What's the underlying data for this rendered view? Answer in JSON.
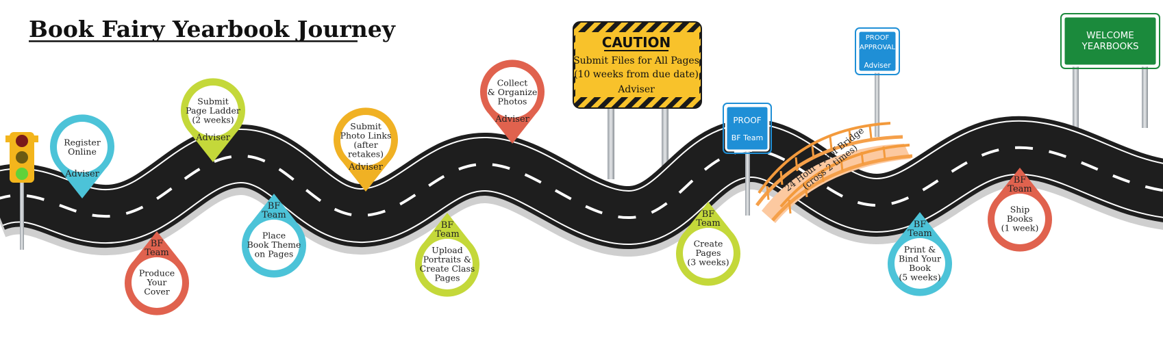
{
  "title": "Book Fairy Yearbook Journey",
  "colors": {
    "blue": "#4cc3d8",
    "green": "#c4d83a",
    "red": "#e0624e",
    "orange": "#f0b124",
    "road": "#1e1e1e",
    "sign_blue": "#1f8fd6",
    "sign_green": "#1b8a3c",
    "caution_yellow": "#f8c22b",
    "bridge": "#f5a94b"
  },
  "icons": [
    "traffic-light-icon"
  ],
  "pins": [
    {
      "id": "register",
      "lines": [
        "Register",
        "Online"
      ],
      "role": [
        "Adviser"
      ],
      "color": "blue"
    },
    {
      "id": "produce-cover",
      "lines": [
        "Produce",
        "Your",
        "Cover"
      ],
      "role": [
        "BF",
        "Team"
      ],
      "color": "red"
    },
    {
      "id": "page-ladder",
      "lines": [
        "Submit",
        "Page Ladder",
        "(2 weeks)"
      ],
      "role": [
        "Adviser"
      ],
      "color": "green"
    },
    {
      "id": "book-theme",
      "lines": [
        "Place",
        "Book Theme",
        "on Pages"
      ],
      "role": [
        "BF",
        "Team"
      ],
      "color": "blue"
    },
    {
      "id": "photo-links",
      "lines": [
        "Submit",
        "Photo Links",
        "(after",
        "retakes)"
      ],
      "role": [
        "Adviser"
      ],
      "color": "orange"
    },
    {
      "id": "portraits",
      "lines": [
        "Upload",
        "Portraits &",
        "Create Class",
        "Pages"
      ],
      "role": [
        "BF",
        "Team"
      ],
      "color": "green"
    },
    {
      "id": "collect-photos",
      "lines": [
        "Collect",
        "& Organize",
        "Photos"
      ],
      "role": [
        "Adviser"
      ],
      "color": "red"
    },
    {
      "id": "create-pages",
      "lines": [
        "Create",
        "Pages",
        "(3 weeks)"
      ],
      "role": [
        "BF",
        "Team"
      ],
      "color": "green"
    },
    {
      "id": "print-bind",
      "lines": [
        "Print &",
        "Bind Your",
        "Book",
        "(5 weeks)"
      ],
      "role": [
        "BF",
        "Team"
      ],
      "color": "blue"
    },
    {
      "id": "ship-books",
      "lines": [
        "Ship",
        "Books",
        "(1 week)"
      ],
      "role": [
        "BF",
        "Team"
      ],
      "color": "red"
    }
  ],
  "caution": {
    "title": "CAUTION",
    "lines": [
      "Submit Files for All Pages",
      "(10 weeks from due date)",
      "Adviser"
    ]
  },
  "proof_sign": {
    "lines": [
      "PROOF",
      "BF Team"
    ]
  },
  "proof_approval_sign": {
    "lines": [
      "PROOF",
      "APPROVAL",
      "Adviser"
    ]
  },
  "bridge": {
    "lines": [
      "24 Hour Proof Bridge",
      "(cross 2 times)"
    ]
  },
  "welcome_sign": {
    "lines": [
      "WELCOME",
      "YEARBOOKS"
    ]
  }
}
